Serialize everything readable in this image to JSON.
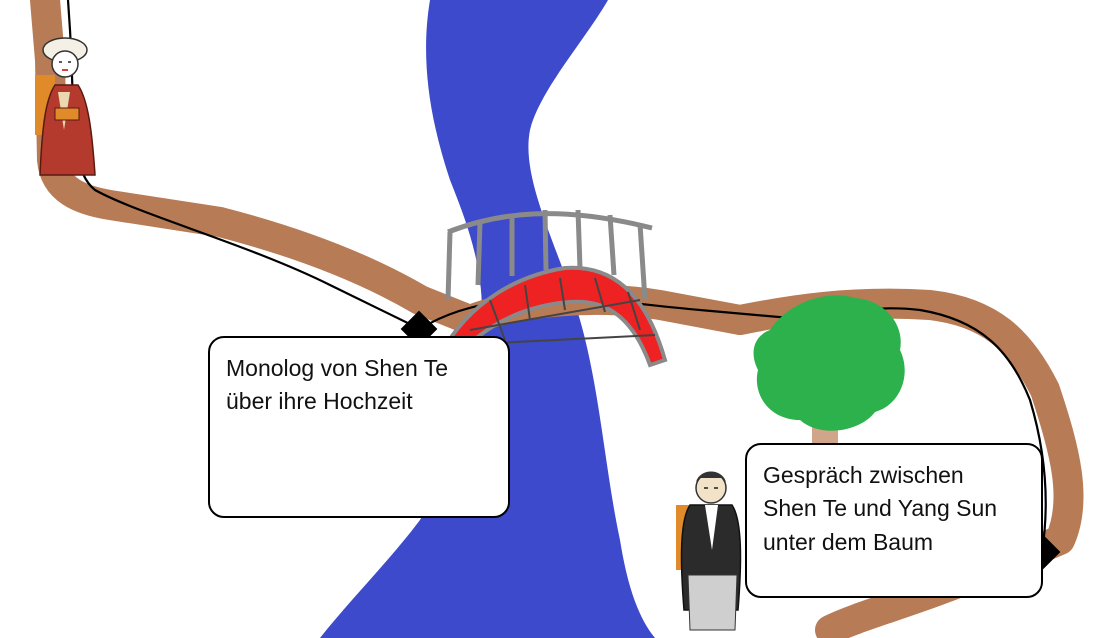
{
  "scenes": [
    {
      "id": "monolog",
      "lines": [
        "Monolog von Shen Te",
        "über ihre Hochzeit"
      ]
    },
    {
      "id": "gespraech",
      "lines": [
        "Gespräch zwischen",
        "Shen Te und Yang Sun",
        "unter dem Baum"
      ]
    }
  ],
  "colors": {
    "river": "#3c4acb",
    "path": "#b77b55",
    "bridge_deck": "#ee2222",
    "bridge_rail": "#8a8a8a",
    "tree_crown": "#2db14c",
    "tree_trunk": "#d1a58a",
    "kimono": "#b53a2e",
    "hakama": "#2b2b2b",
    "route_line": "#000000"
  },
  "icons": [
    "woman-in-kimono-icon",
    "man-in-hakama-icon",
    "tree-icon",
    "bridge-icon",
    "diamond-marker-icon"
  ]
}
